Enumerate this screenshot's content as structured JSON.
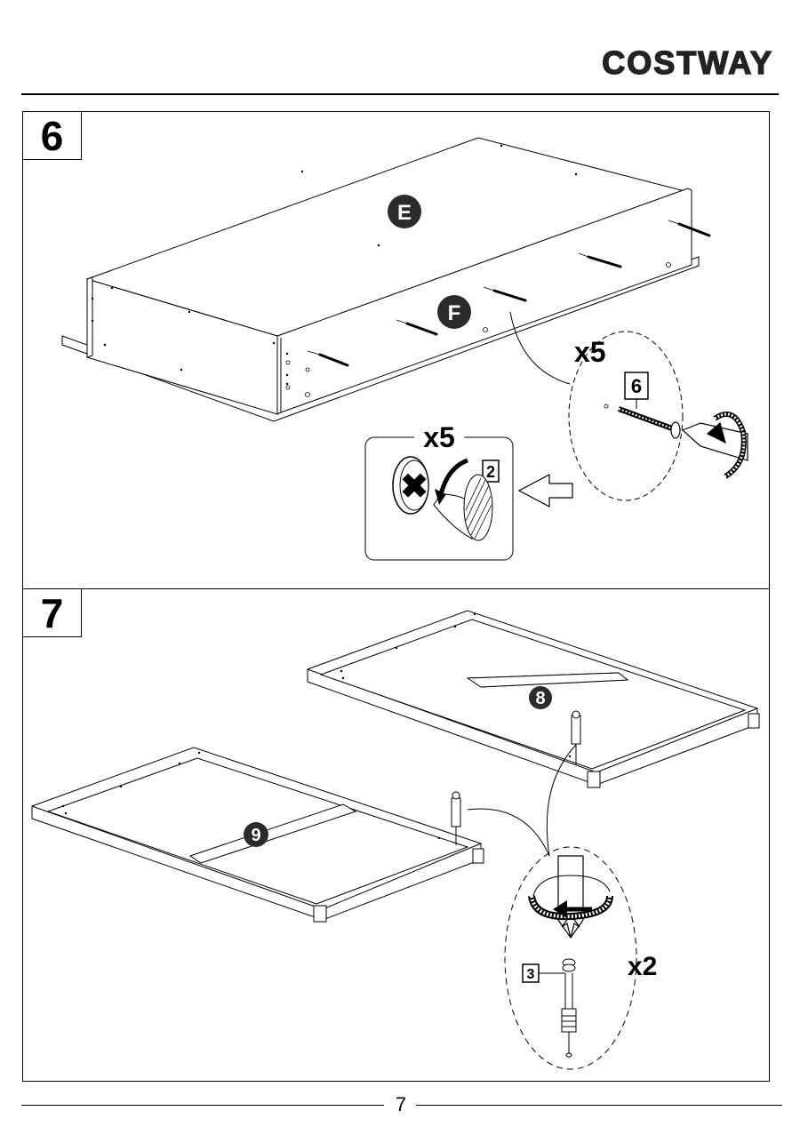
{
  "brand": "COSTWAY",
  "steps": [
    {
      "number": "6",
      "parts": {
        "panel_top": "E",
        "panel_side": "F"
      },
      "screw_callout": {
        "qty": "x5",
        "part_no": "6"
      },
      "cap_callout": {
        "qty": "x5",
        "part_no": "2"
      }
    },
    {
      "number": "7",
      "parts": {
        "frame_top": "8",
        "frame_bottom": "9"
      },
      "dowel_callout": {
        "qty": "x2",
        "part_no": "3"
      }
    }
  ],
  "page_number": "7",
  "colors": {
    "ink": "#000000",
    "badge": "#2b2b2b",
    "paper": "#ffffff"
  },
  "icons": [
    "screw-icon",
    "screwdriver-icon",
    "rotate-arrow-icon",
    "cover-cap-icon",
    "hollow-arrow-icon",
    "cam-dowel-icon"
  ]
}
